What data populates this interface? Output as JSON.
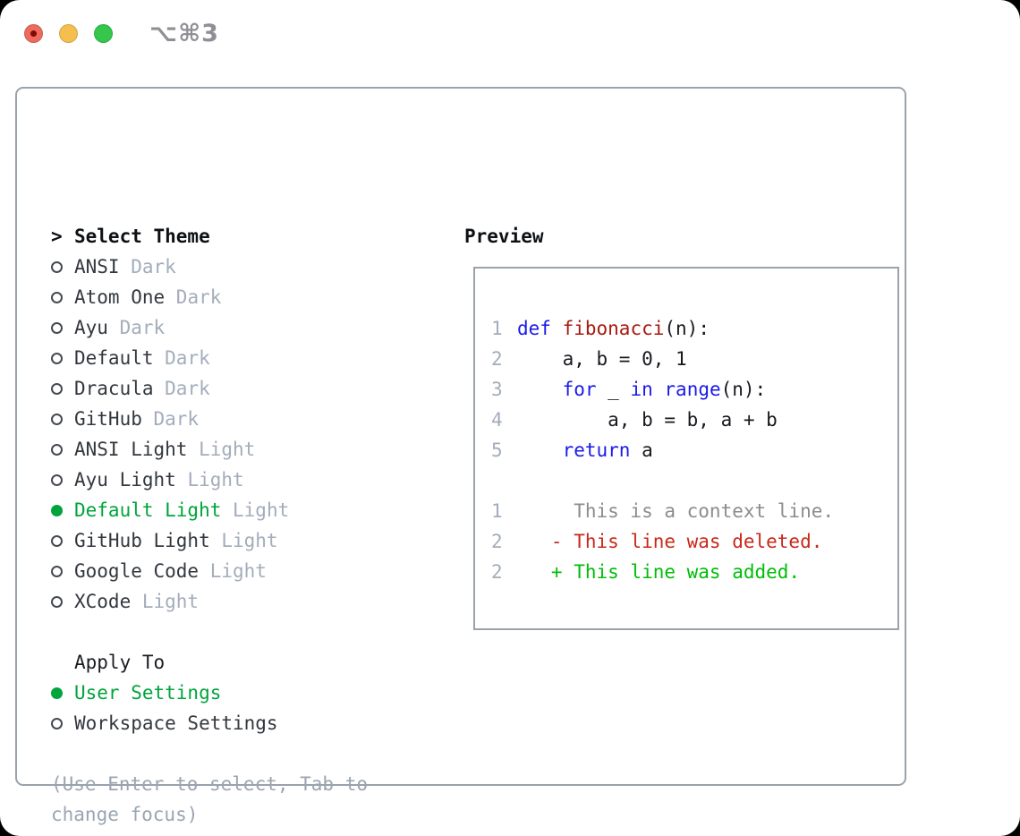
{
  "titlebar": {
    "shortcut": "⌥⌘3",
    "traffic_lights": [
      {
        "name": "close",
        "color": "#ee6a5e",
        "has_dot": true
      },
      {
        "name": "minimize",
        "color": "#f5bf4f",
        "has_dot": false
      },
      {
        "name": "zoom",
        "color": "#35c74b",
        "has_dot": false
      }
    ]
  },
  "theme_picker": {
    "header_marker": ">",
    "header_label": "Select Theme",
    "themes": [
      {
        "name": "ANSI",
        "variant": "Dark",
        "selected": false
      },
      {
        "name": "Atom One",
        "variant": "Dark",
        "selected": false
      },
      {
        "name": "Ayu",
        "variant": "Dark",
        "selected": false
      },
      {
        "name": "Default",
        "variant": "Dark",
        "selected": false
      },
      {
        "name": "Dracula",
        "variant": "Dark",
        "selected": false
      },
      {
        "name": "GitHub",
        "variant": "Dark",
        "selected": false
      },
      {
        "name": "ANSI Light",
        "variant": "Light",
        "selected": false
      },
      {
        "name": "Ayu Light",
        "variant": "Light",
        "selected": false
      },
      {
        "name": "Default Light",
        "variant": "Light",
        "selected": true
      },
      {
        "name": "GitHub Light",
        "variant": "Light",
        "selected": false
      },
      {
        "name": "Google Code",
        "variant": "Light",
        "selected": false
      },
      {
        "name": "XCode",
        "variant": "Light",
        "selected": false
      }
    ],
    "apply_to_label": "Apply To",
    "apply_options": [
      {
        "label": "User Settings",
        "selected": true
      },
      {
        "label": "Workspace Settings",
        "selected": false
      }
    ],
    "hint_lines": [
      "(Use Enter to select, Tab to",
      "change focus)"
    ]
  },
  "preview": {
    "title": "Preview",
    "code_lines": [
      {
        "num": "1",
        "tokens": [
          {
            "text": "def",
            "style": "keyword"
          },
          {
            "text": " ",
            "style": "plain"
          },
          {
            "text": "fibonacci",
            "style": "function"
          },
          {
            "text": "(n):",
            "style": "plain"
          }
        ]
      },
      {
        "num": "2",
        "tokens": [
          {
            "text": "    a, b = 0, 1",
            "style": "plain"
          }
        ]
      },
      {
        "num": "3",
        "tokens": [
          {
            "text": "    ",
            "style": "plain"
          },
          {
            "text": "for",
            "style": "keyword"
          },
          {
            "text": " _ ",
            "style": "plain"
          },
          {
            "text": "in",
            "style": "keyword"
          },
          {
            "text": " ",
            "style": "plain"
          },
          {
            "text": "range",
            "style": "keyword"
          },
          {
            "text": "(n):",
            "style": "plain"
          }
        ]
      },
      {
        "num": "4",
        "tokens": [
          {
            "text": "        a, b = b, a + b",
            "style": "plain"
          }
        ]
      },
      {
        "num": "5",
        "tokens": [
          {
            "text": "    ",
            "style": "plain"
          },
          {
            "text": "return",
            "style": "keyword"
          },
          {
            "text": " a",
            "style": "plain"
          }
        ]
      }
    ],
    "diff_lines": [
      {
        "num": "1",
        "kind": "context",
        "text": "     This is a context line."
      },
      {
        "num": "2",
        "kind": "deleted",
        "text": "   - This line was deleted."
      },
      {
        "num": "2",
        "kind": "added",
        "text": "   + This line was added."
      }
    ]
  },
  "colors": {
    "accent_green": "#00a43c",
    "muted_gray": "#a3adbb",
    "hint_gray": "#9aa5b2",
    "panel_border": "#9aa2ac",
    "keyword_blue": "#1a1ae8",
    "function_red": "#a8180f",
    "diff_context": "#8c8c8c",
    "diff_deleted": "#c9281a",
    "diff_added": "#00bd08"
  }
}
